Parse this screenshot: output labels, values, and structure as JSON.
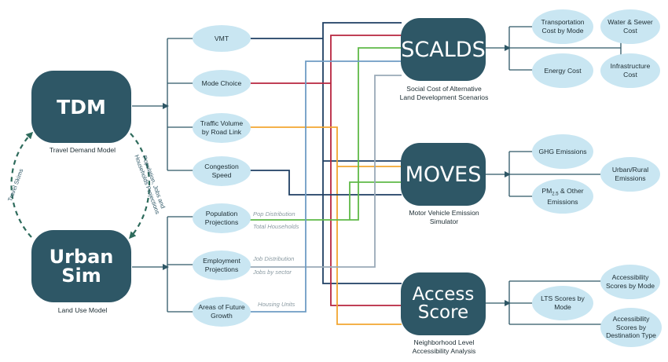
{
  "models": {
    "tdm": {
      "label": "TDM",
      "caption": "Travel Demand Model"
    },
    "urbansim": {
      "label_line1": "Urban",
      "label_line2": "Sim",
      "caption": "Land Use Model"
    },
    "scalds": {
      "label": "SCALDS",
      "caption_line1": "Social Cost of Alternative",
      "caption_line2": "Land Development Scenarios"
    },
    "moves": {
      "label": "MOVES",
      "caption_line1": "Motor Vehicle Emission",
      "caption_line2": "Simulator"
    },
    "access": {
      "label_line1": "Access",
      "label_line2": "Score",
      "caption_line1": "Neighborhood Level",
      "caption_line2": "Accessibility Analysis"
    }
  },
  "feedback": {
    "left": "Travel Skims",
    "right_line1": "Population, Jobs and",
    "right_line2": "Households Projections"
  },
  "tdm_outputs": {
    "vmt": "VMT",
    "mode_choice": "Mode Choice",
    "traffic_line1": "Traffic Volume",
    "traffic_line2": "by Road Link",
    "congestion_line1": "Congestion",
    "congestion_line2": "Speed"
  },
  "urbansim_outputs": {
    "population_line1": "Population",
    "population_line2": "Projections",
    "employment_line1": "Employment",
    "employment_line2": "Projections",
    "growth_line1": "Areas of Future",
    "growth_line2": "Growth"
  },
  "flow_labels": {
    "pop_distribution": "Pop Distribution",
    "total_households": "Total Households",
    "job_distribution": "Job Distribution",
    "jobs_by_sector": "Jobs by sector",
    "housing_units": "Housing Units"
  },
  "scalds_outputs": {
    "transportation_line1": "Transportation",
    "transportation_line2": "Cost by Mode",
    "water_line1": "Water & Sewer",
    "water_line2": "Cost",
    "energy": "Energy Cost",
    "infra_line1": "Infrastructure",
    "infra_line2": "Cost"
  },
  "moves_outputs": {
    "ghg": "GHG Emissions",
    "urban_line1": "Urban/Rural",
    "urban_line2": "Emissions",
    "pm_prefix": "PM",
    "pm_sub": "2.5",
    "pm_suffix": " & Other",
    "pm_line2": "Emissions"
  },
  "access_outputs": {
    "lts_line1": "LTS Scores by",
    "lts_line2": "Mode",
    "mode_line1": "Accessibility",
    "mode_line2": "Scores by Mode",
    "dest_line1": "Accessibility",
    "dest_line2": "Scores by",
    "dest_line3": "Destination Type"
  },
  "colors": {
    "model_fill": "#2e5766",
    "pill_fill": "#c9e6f2",
    "connector": "#2e5766",
    "wire_navy": "#1f3f63",
    "wire_red": "#b8253f",
    "wire_green": "#5fba47",
    "wire_orange": "#f2a630",
    "wire_lightblue": "#6f9cc4",
    "wire_grey": "#9aaab8",
    "feedback_arrow": "#2e6b5c"
  }
}
